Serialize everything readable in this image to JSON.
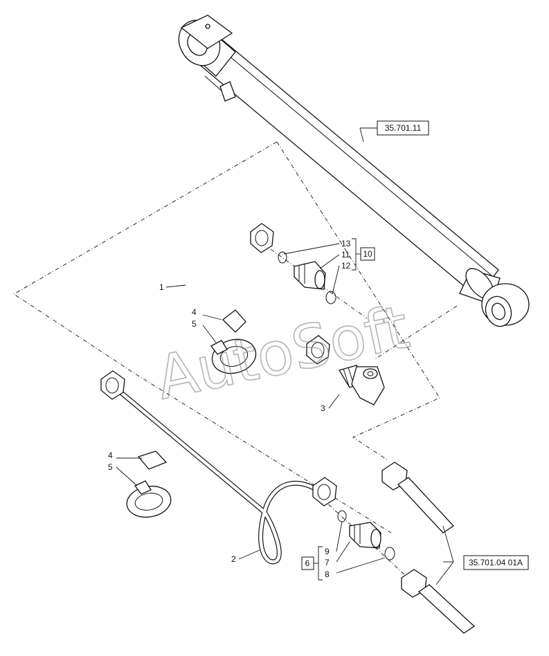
{
  "references": {
    "cylinder": "35.701.11",
    "bolt": "35.701.04 01A"
  },
  "callouts": {
    "c1": "1",
    "c2": "2",
    "c3": "3",
    "c4_upper": "4",
    "c5_upper": "5",
    "c4_lower": "4",
    "c5_lower": "5",
    "c13": "13",
    "c11": "11",
    "c12": "12",
    "c10": "10",
    "c9": "9",
    "c7": "7",
    "c8": "8",
    "c6": "6"
  },
  "watermark": "AutoSoft"
}
